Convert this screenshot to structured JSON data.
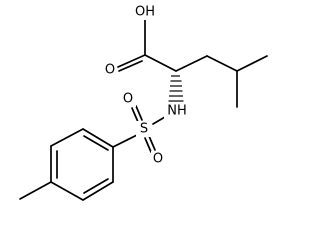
{
  "molecule": {
    "atom_labels": {
      "oh": "OH",
      "carbonyl_o": "O",
      "nh": "NH",
      "s": "S",
      "so_upper_o": "O",
      "so_lower_o": "O"
    }
  }
}
